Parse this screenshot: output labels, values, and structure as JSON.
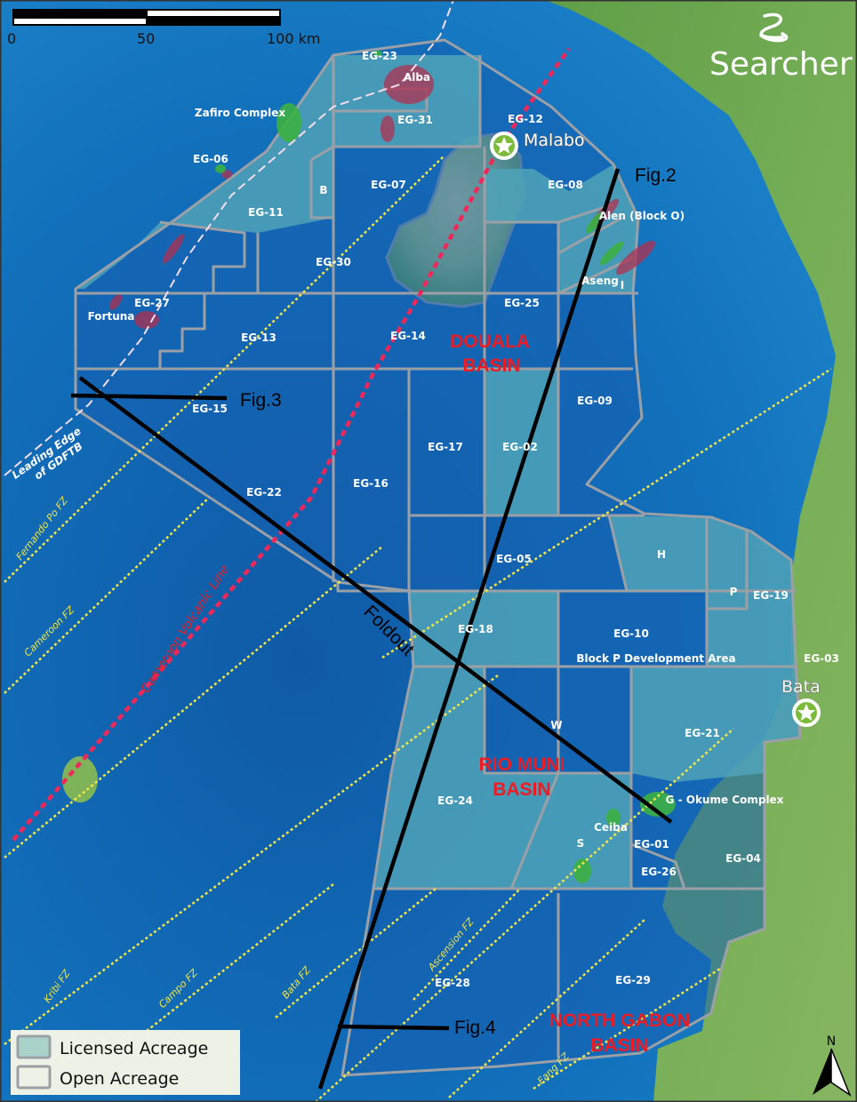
{
  "brand": {
    "name": "Searcher",
    "logo_icon": "swirl-icon"
  },
  "scale_bar": {
    "labels": [
      "0",
      "50",
      "100 km"
    ]
  },
  "north_arrow": {
    "label": "N"
  },
  "legend": {
    "items": [
      {
        "label": "Licensed Acreage",
        "color": "#a9d3c9"
      },
      {
        "label": "Open Acreage",
        "color": "#eef2e6"
      }
    ]
  },
  "blocks": [
    "EG-23",
    "Alba",
    "EG-31",
    "EG-12",
    "Zafiro Complex",
    "EG-06",
    "B",
    "EG-07",
    "EG-08",
    "Alen (Block O)",
    "EG-11",
    "EG-30",
    "Aseng",
    "I",
    "EG-27",
    "Fortuna",
    "EG-25",
    "EG-13",
    "EG-14",
    "EG-15",
    "EG-09",
    "EG-17",
    "EG-02",
    "EG-22",
    "EG-16",
    "EG-05",
    "H",
    "P",
    "EG-19",
    "EG-18",
    "EG-10",
    "Block P Development Area",
    "EG-03",
    "W",
    "EG-21",
    "EG-24",
    "G - Okume Complex",
    "Ceiba",
    "S",
    "EG-01",
    "EG-26",
    "EG-04",
    "EG-28",
    "EG-29"
  ],
  "basins": [
    {
      "line1": "DOUALA",
      "line2": "BASIN"
    },
    {
      "line1": "RIO MUNI",
      "line2": "BASIN"
    },
    {
      "line1": "NORTH GABON",
      "line2": "BASIN"
    }
  ],
  "cities": [
    {
      "name": "Malabo",
      "icon": "capital-star-icon"
    },
    {
      "name": "Bata",
      "icon": "city-star-icon"
    }
  ],
  "figure_lines": {
    "fig2": "Fig.2",
    "fig3": "Fig.3",
    "fig4": "Fig.4",
    "foldout": "Foldout"
  },
  "fracture_zones": [
    "Fernando Po FZ",
    "Cameroon FZ",
    "Kribi FZ",
    "Campo FZ",
    "Bata FZ",
    "Ascension FZ",
    "Fang FZ"
  ],
  "volcanic_line": "Cameroon Volcanic Line",
  "thrust_front": {
    "line1": "Leading Edge",
    "line2": "of GDFTB"
  },
  "colors": {
    "ocean": "#1a78c2",
    "land": "#6aa84f",
    "licensed": "#4a9db5",
    "open": "#1660b0",
    "basin_label": "#ec1c24",
    "fz_line": "#f5e642",
    "volcanic_line": "#f0285a"
  }
}
